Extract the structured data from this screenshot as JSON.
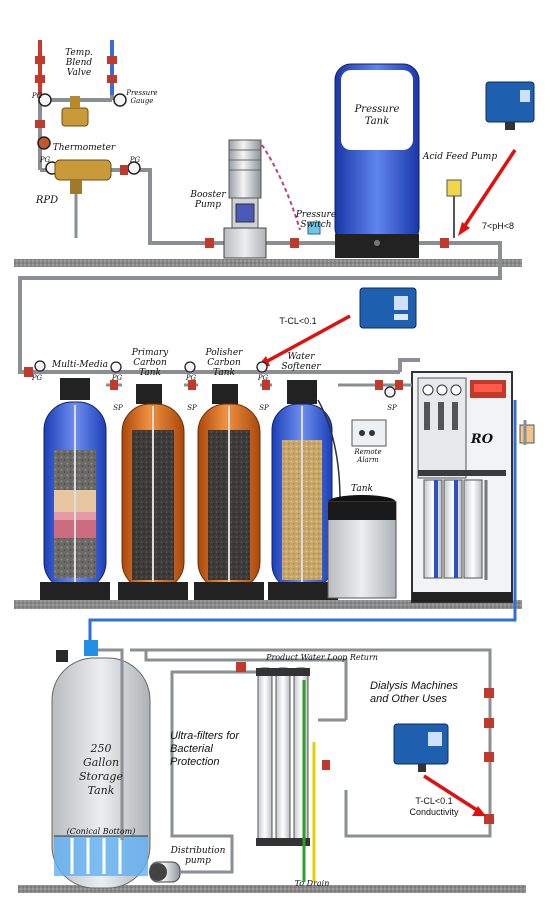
{
  "labels": {
    "temp_blend_valve": "Temp.\nBlend\nValve",
    "pressure_gauge": "Pressure\nGauge",
    "thermometer": "Thermometer",
    "rpd": "RPD",
    "booster_pump": "Booster\nPump",
    "pressure_switch": "Pressure\nSwitch",
    "pressure_tank": "Pressure\nTank",
    "acid_feed_pump": "Acid Feed Pump",
    "ph_range": "7<pH<8",
    "tcl_top": "T-CL<0.1",
    "multi_media": "Multi-Media",
    "primary_carbon": "Primary\nCarbon\nTank",
    "polisher_carbon": "Polisher\nCarbon\nTank",
    "water_softener": "Water\nSoftener",
    "remote_alarm": "Remote\nAlarm",
    "brine_tank": "Tank",
    "ro": "RO",
    "storage_tank": "250\nGallon\nStorage\nTank",
    "conical_bottom": "(Conical Bottom)",
    "distribution_pump": "Distribution\npump",
    "ultrafilters": "Ultra-filters for\nBacterial\nProtection",
    "loop_return": "Product Water Loop Return",
    "to_drain": "To Drain",
    "dialysis": "Dialysis Machines\nand Other Uses",
    "tcl_bottom": "T-CL<0.1\nConductivity",
    "pg": "PG",
    "sp": "SP"
  },
  "colors": {
    "pipe": "#8a8f96",
    "pipe_blue": "#2f6fd6",
    "pipe_green": "#2ca02c",
    "pipe_yellow": "#e3d100",
    "water": "#3a6fe0",
    "carbon_shell": "#d86a1a",
    "media": "#6e6b66",
    "floor": "#7a7a7a",
    "red_arrow": "#e01010",
    "monitor": "#1f5fb0"
  }
}
